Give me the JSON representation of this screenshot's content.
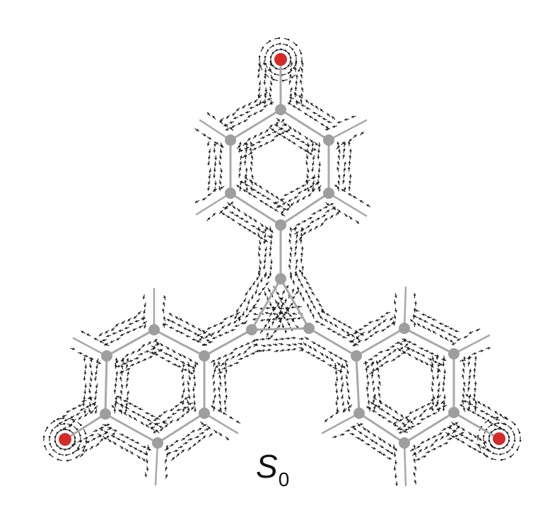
{
  "label": {
    "symbol": "S",
    "subscript": "0"
  },
  "colors": {
    "background": "#ffffff",
    "bond": "#a8a8a8",
    "atom": "#9e9e9e",
    "oxygen": "#d42a2a",
    "arrow": "#1c1c1c"
  },
  "atoms": [
    {
      "id": "O1",
      "element": "O"
    },
    {
      "id": "C1a",
      "element": "C"
    },
    {
      "id": "C1b",
      "element": "C"
    },
    {
      "id": "C1c",
      "element": "C"
    },
    {
      "id": "C1d",
      "element": "C"
    },
    {
      "id": "C1e",
      "element": "C"
    },
    {
      "id": "C1f",
      "element": "C"
    },
    {
      "id": "Cc1",
      "element": "C"
    },
    {
      "id": "Cc2",
      "element": "C"
    },
    {
      "id": "Cc3",
      "element": "C"
    },
    {
      "id": "C2a",
      "element": "C"
    },
    {
      "id": "C2b",
      "element": "C"
    },
    {
      "id": "C2c",
      "element": "C"
    },
    {
      "id": "C2d",
      "element": "C"
    },
    {
      "id": "C2e",
      "element": "C"
    },
    {
      "id": "C2f",
      "element": "C"
    },
    {
      "id": "O2",
      "element": "O"
    },
    {
      "id": "C3a",
      "element": "C"
    },
    {
      "id": "C3b",
      "element": "C"
    },
    {
      "id": "C3c",
      "element": "C"
    },
    {
      "id": "C3d",
      "element": "C"
    },
    {
      "id": "C3e",
      "element": "C"
    },
    {
      "id": "C3f",
      "element": "C"
    },
    {
      "id": "O3",
      "element": "O"
    }
  ]
}
